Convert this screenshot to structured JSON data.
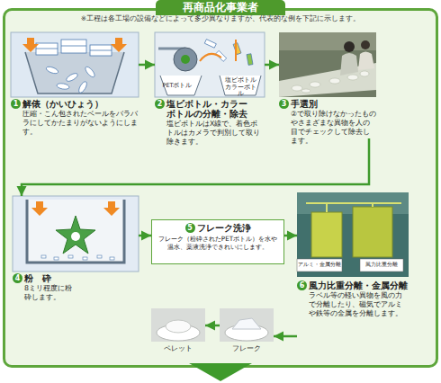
{
  "diagram": {
    "nodes": [
      {
        "text": [
          "再商品化事業者",
          "※工程は各工場の設備などによって多少異なりますが、代表的な例を下記に示します。"
        ]
      },
      {
        "text": [
          "1",
          "解俵（かいひょう）",
          "圧縮・こん包されたベールをバラバラにしてかたまりがないようにします。"
        ],
        "in": 0
      },
      {
        "text": [
          "2",
          "塩ビボトル・カラーボトルの分離・除去",
          "塩ビボトルはX線で、着色ボトルはカメラで判別して取り除きます。"
        ],
        "in": 0
      },
      {
        "text": [
          "3",
          "手選別",
          "②で取り除けなかったものやさまざまな異物を人の目でチェックして除去します。"
        ],
        "in": 0
      },
      {
        "text": [
          "4",
          "粉　砕",
          "8ミリ程度に粉砕します。"
        ],
        "in": 0
      },
      {
        "text": [
          "5",
          "フレーク洗浄",
          "フレーク（粉砕されたPETボトル）を水や温水、薬液洗浄できれいにします。"
        ],
        "in": 0
      },
      {
        "text": [
          "6",
          "風力比重分離・金属分離",
          "ラベル等の軽い異物を風の力で分離したり、磁気でアルミや鉄等の金属を分離します。"
        ],
        "in": 0
      },
      {
        "text": [
          "ペレット"
        ],
        "in": 0
      },
      {
        "text": [
          "フレーク"
        ],
        "in": 0
      }
    ],
    "edges": [
      {
        "from": 1,
        "to": 2,
        "arrow": "to"
      },
      {
        "from": 2,
        "to": 3,
        "arrow": "to"
      },
      {
        "from": 3,
        "to": 4,
        "arrow": "to"
      },
      {
        "from": 4,
        "to": 5,
        "arrow": "to"
      },
      {
        "from": 5,
        "to": 6,
        "arrow": "to"
      },
      {
        "from": 6,
        "to": 8,
        "arrow": "to"
      },
      {
        "from": 8,
        "to": 7,
        "arrow": "to"
      }
    ],
    "labels": [
      "PETボトル",
      "塩ビボトル カラーボトル",
      "アルミ・金属分離",
      "風力比重分離"
    ]
  }
}
